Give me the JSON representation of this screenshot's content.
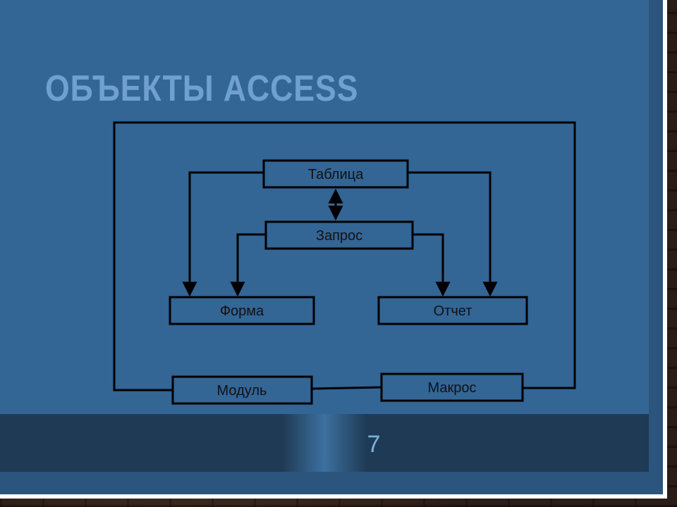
{
  "slide": {
    "title": "ОБЪЕКТЫ ACCESS",
    "page_number": "7"
  },
  "diagram": {
    "nodes": {
      "table": "Таблица",
      "query": "Запрос",
      "form": "Форма",
      "report": "Отчет",
      "module": "Модуль",
      "macro": "Макрос"
    }
  },
  "colors": {
    "panel": "#336595",
    "title": "#6fa0cf",
    "footer": "#1f3a54",
    "node_fill": "#336595",
    "line": "#000000"
  }
}
